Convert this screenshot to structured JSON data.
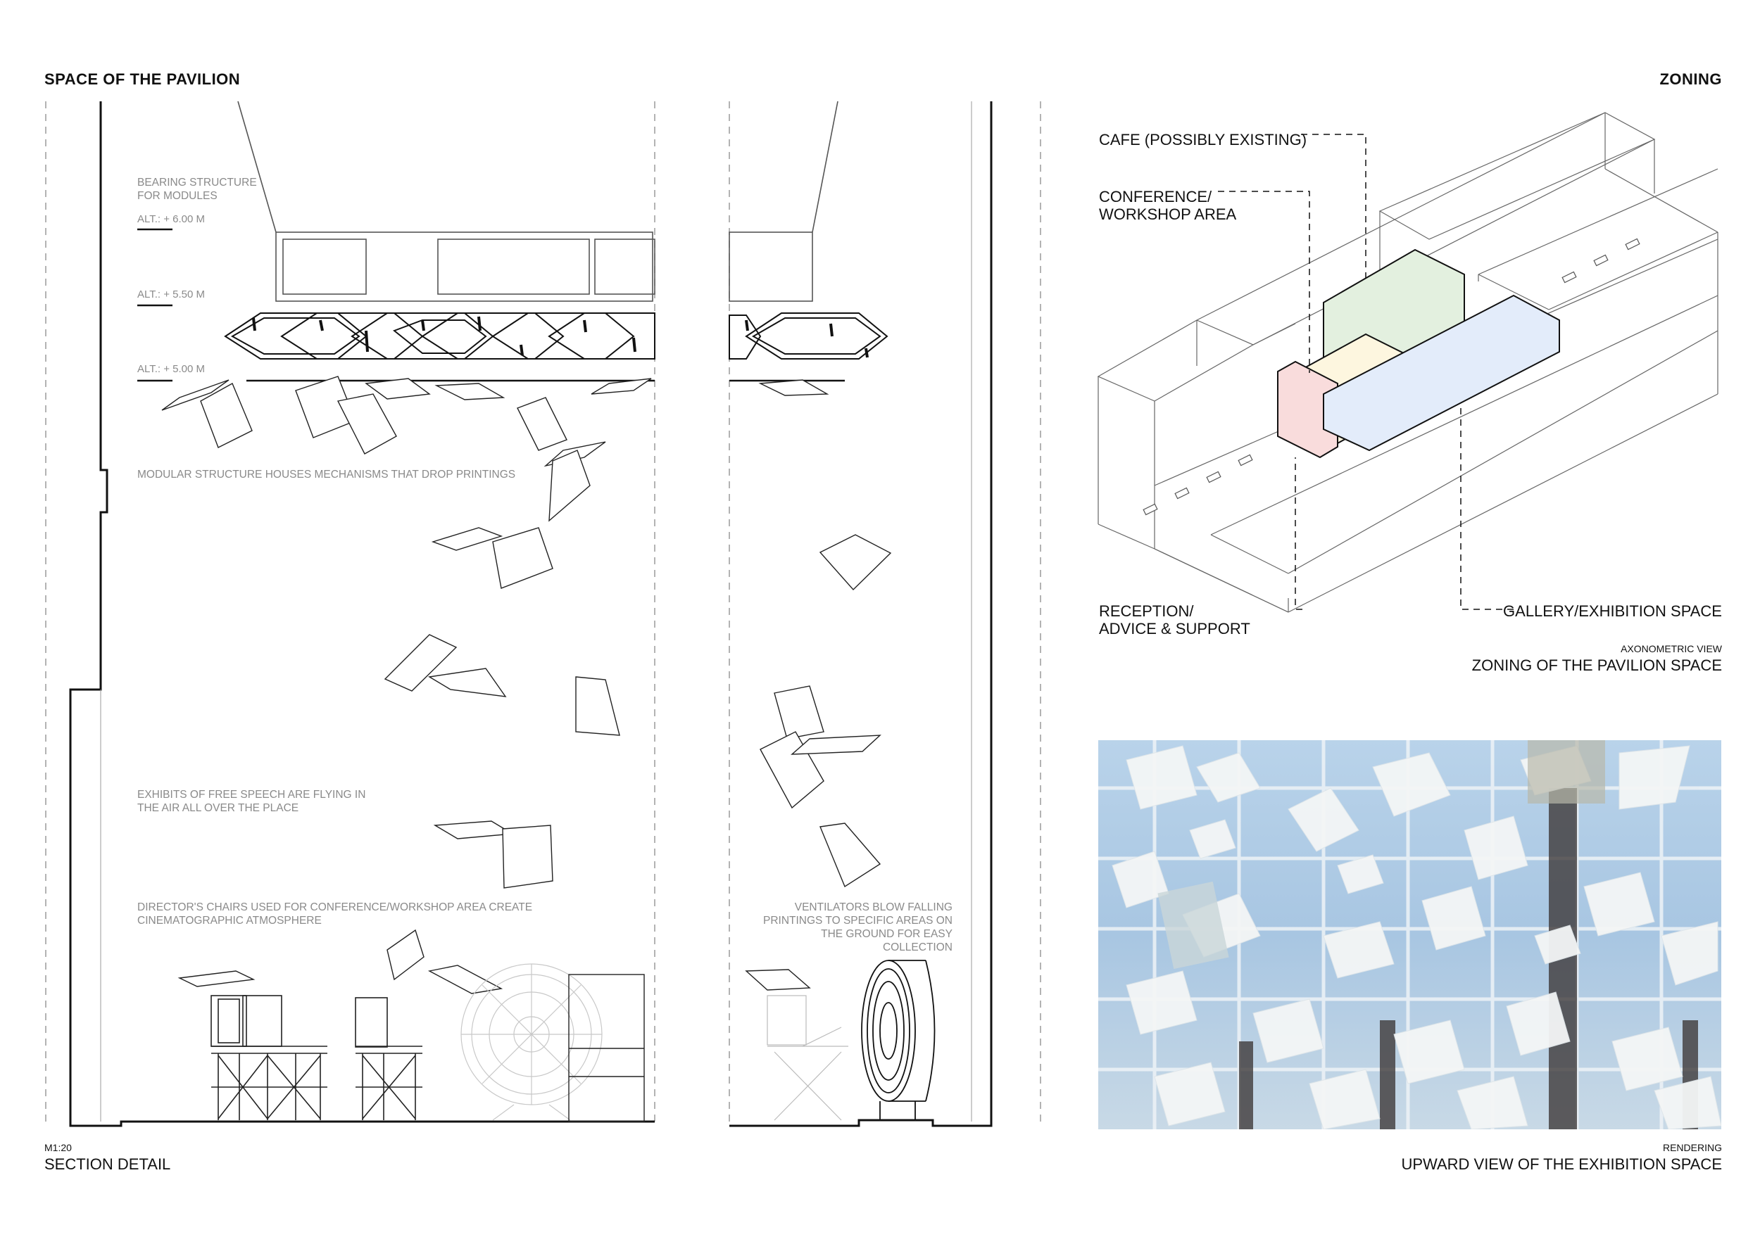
{
  "page": {
    "left_title": "SPACE OF THE PAVILION",
    "right_title": "ZONING"
  },
  "section": {
    "notes": [
      {
        "lines": [
          "BEARING STRUCTURE",
          "FOR MODULES"
        ]
      },
      {
        "lines": [
          "MODULAR STRUCTURE HOUSES MECHANISMS THAT DROP PRINTINGS"
        ]
      },
      {
        "lines": [
          "EXHIBITS OF FREE SPEECH ARE FLYING IN",
          "THE AIR ALL OVER THE PLACE"
        ]
      },
      {
        "lines": [
          "DIRECTOR'S CHAIRS USED FOR CONFERENCE/WORKSHOP AREA CREATE",
          "CINEMATOGRAPHIC ATMOSPHERE"
        ]
      },
      {
        "lines": [
          "VENTILATORS BLOW FALLING",
          "PRINTINGS TO SPECIFIC AREAS ON",
          "THE GROUND FOR EASY",
          "COLLECTION"
        ]
      }
    ],
    "altitudes": [
      "ALT.: + 6.00 M",
      "ALT.: + 5.50 M",
      "ALT.: + 5.00 M"
    ],
    "scale": "M1:20",
    "caption": "SECTION DETAIL"
  },
  "zoning": {
    "labels": {
      "cafe": "CAFE (POSSIBLY EXISTING)",
      "conference": [
        "CONFERENCE/",
        "WORKSHOP AREA"
      ],
      "reception": [
        "RECEPTION/",
        "ADVICE & SUPPORT"
      ],
      "gallery": "GALLERY/EXHIBITION SPACE"
    },
    "view_type": "AXONOMETRIC VIEW",
    "caption": "ZONING OF THE PAVILION SPACE",
    "zone_colors": {
      "cafe": "#e3f0df",
      "conference": "#fdf6df",
      "reception": "#f9dcdc",
      "gallery": "#e3ecfa"
    }
  },
  "rendering": {
    "type_label": "RENDERING",
    "caption": "UPWARD VIEW OF THE EXHIBITION SPACE"
  }
}
